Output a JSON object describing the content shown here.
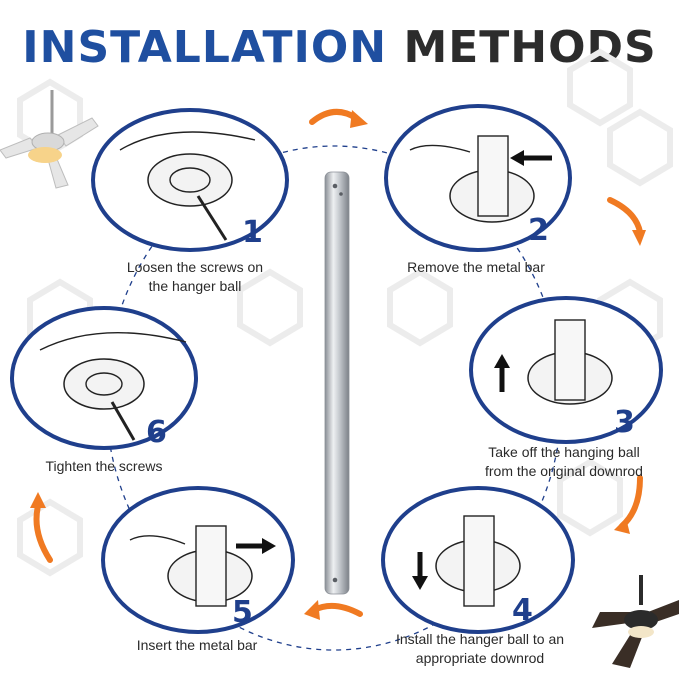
{
  "title": {
    "word1": "INSTALLATION",
    "word2": "METHODS"
  },
  "steps": [
    {
      "number": "1",
      "caption_line1": "Loosen the screws on",
      "caption_line2": "the hanger ball"
    },
    {
      "number": "2",
      "caption_line1": "Remove the metal bar",
      "caption_line2": ""
    },
    {
      "number": "3",
      "caption_line1": "Take off the hanging ball",
      "caption_line2": "from the original downrod"
    },
    {
      "number": "4",
      "caption_line1": "Install the hanger ball to an",
      "caption_line2": "appropriate downrod"
    },
    {
      "number": "5",
      "caption_line1": "Insert the metal bar",
      "caption_line2": ""
    },
    {
      "number": "6",
      "caption_line1": "Tighten the screws",
      "caption_line2": ""
    }
  ],
  "colors": {
    "title_blue": "#1f4fa0",
    "title_dark": "#2c2c2c",
    "circle_border": "#1f3f8c",
    "arrow_orange": "#f07a22",
    "dashed_path": "#1f3f8c"
  },
  "icons": [
    "ceiling-fan-icon",
    "downrod-icon",
    "orange-arrow-icon",
    "direction-arrow-icon"
  ]
}
